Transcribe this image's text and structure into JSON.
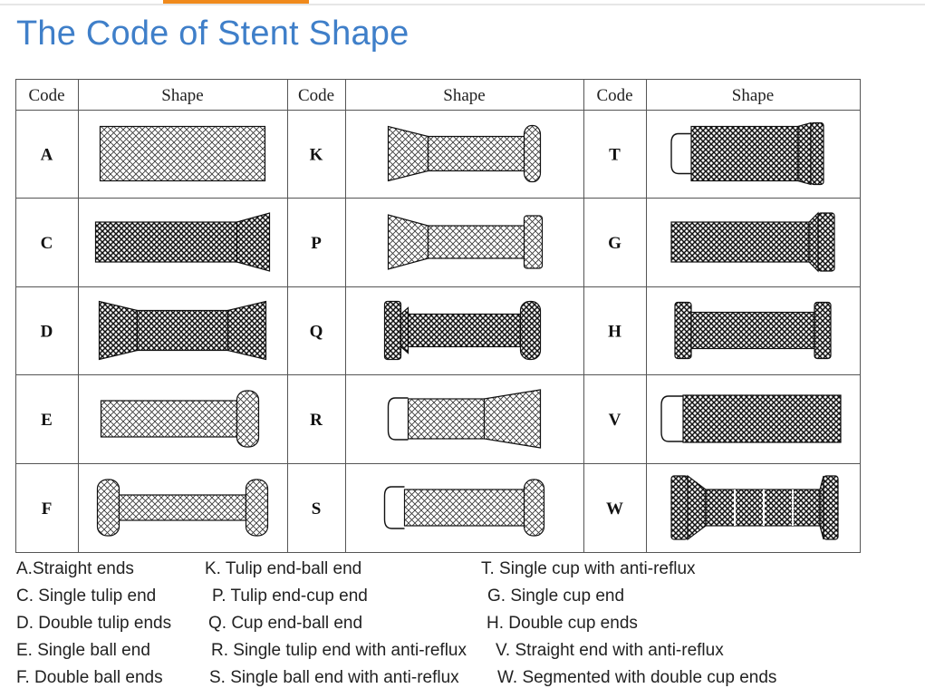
{
  "title": "The Code of Stent Shape",
  "colors": {
    "title": "#3f7fc9",
    "accent": "#f08a1c"
  },
  "table": {
    "headers": [
      "Code",
      "Shape",
      "Code",
      "Shape",
      "Code",
      "Shape"
    ],
    "rows": [
      [
        {
          "code": "A",
          "shape": "straight"
        },
        {
          "code": "K",
          "shape": "tulip-ball"
        },
        {
          "code": "T",
          "shape": "cup-antireflux"
        }
      ],
      [
        {
          "code": "C",
          "shape": "single-tulip"
        },
        {
          "code": "P",
          "shape": "tulip-cup"
        },
        {
          "code": "G",
          "shape": "single-cup"
        }
      ],
      [
        {
          "code": "D",
          "shape": "double-tulip"
        },
        {
          "code": "Q",
          "shape": "cup-ball"
        },
        {
          "code": "H",
          "shape": "double-cup"
        }
      ],
      [
        {
          "code": "E",
          "shape": "single-ball"
        },
        {
          "code": "R",
          "shape": "tulip-antireflux"
        },
        {
          "code": "V",
          "shape": "straight-antireflux"
        }
      ],
      [
        {
          "code": "F",
          "shape": "double-ball"
        },
        {
          "code": "S",
          "shape": "ball-antireflux"
        },
        {
          "code": "W",
          "shape": "segmented-double-cup"
        }
      ]
    ]
  },
  "captions": [
    [
      "A.Straight ends",
      "K. Tulip end-ball end",
      "T. Single cup with anti-reflux"
    ],
    [
      "C. Single tulip end",
      "P. Tulip end-cup end",
      "G. Single cup end"
    ],
    [
      "D. Double tulip ends",
      "Q. Cup end-ball end",
      "H. Double cup ends"
    ],
    [
      "E. Single ball end",
      "R. Single tulip end with anti-reflux",
      "V. Straight end with anti-reflux"
    ],
    [
      "F. Double ball ends",
      "S. Single ball end with anti-reflux",
      "W. Segmented with double cup ends"
    ]
  ]
}
